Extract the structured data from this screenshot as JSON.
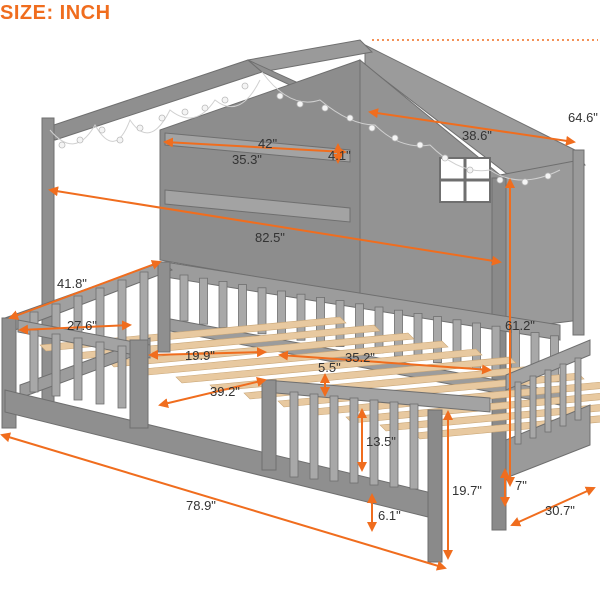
{
  "title": "SIZE: INCH",
  "colors": {
    "accent": "#f06d1e",
    "title": "#f06d1e",
    "frame": "#8f8f8f",
    "frame_dark": "#6f6f6f",
    "frame_light": "#a8a8a8",
    "slat": "#e8c9a0",
    "dim_text": "#333333",
    "lights": "#dddddd"
  },
  "dimensions": {
    "d_64_6": "64.6\"",
    "d_38_6": "38.6\"",
    "d_42_top": "42\"",
    "d_35_3": "35.3\"",
    "d_4_1": "4.1\"",
    "d_82_5": "82.5\"",
    "d_41_8": "41.8\"",
    "d_27_6": "27.6\"",
    "d_19_9": "19.9\"",
    "d_39_2": "39.2\"",
    "d_5_5": "5.5\"",
    "d_35_2": "35.2\"",
    "d_61_2": "61.2\"",
    "d_13_5": "13.5\"",
    "d_19_7": "19.7\"",
    "d_6_1": "6.1\"",
    "d_78_9": "78.9\"",
    "d_30_7": "30.7\"",
    "d_7": "7\""
  }
}
